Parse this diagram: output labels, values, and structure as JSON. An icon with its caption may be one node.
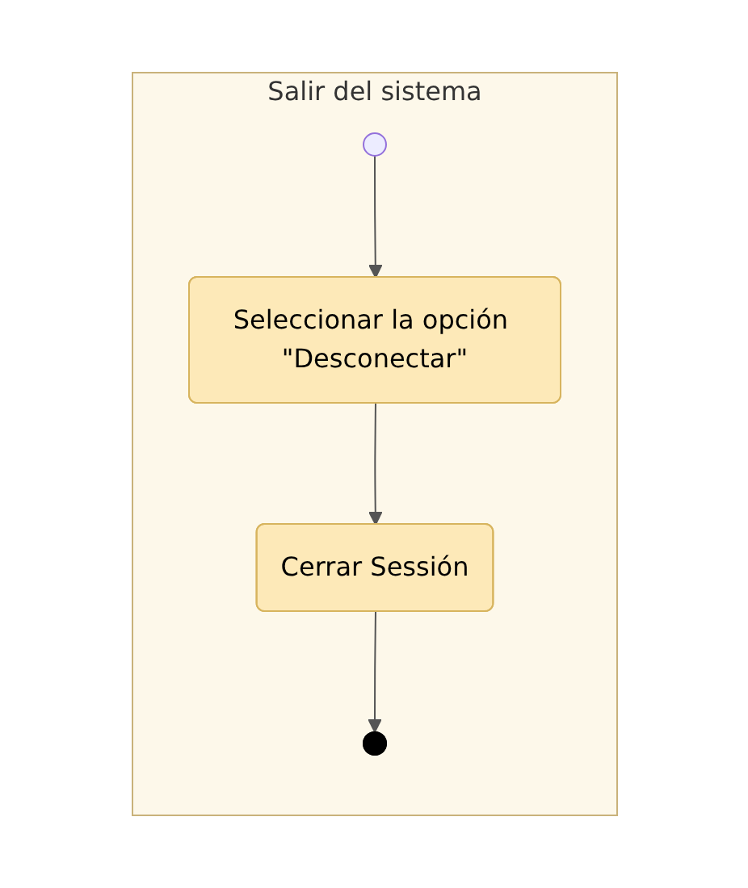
{
  "diagram": {
    "nodes": [
      {
        "text": [
          "Salir del sistema"
        ]
      },
      {
        "text": [],
        "shape": "circle",
        "in": 0
      },
      {
        "text": [
          "Seleccionar la opción \"Desconectar\""
        ],
        "in": 0
      },
      {
        "text": [
          "Cerrar Sessión"
        ],
        "in": 0
      },
      {
        "text": [],
        "shape": "circle",
        "in": 0
      }
    ],
    "edges": [
      {
        "from": 1,
        "to": 2,
        "arrow": "to"
      },
      {
        "from": 2,
        "to": 3,
        "arrow": "to"
      },
      {
        "from": 3,
        "to": 4,
        "arrow": "to"
      }
    ]
  }
}
